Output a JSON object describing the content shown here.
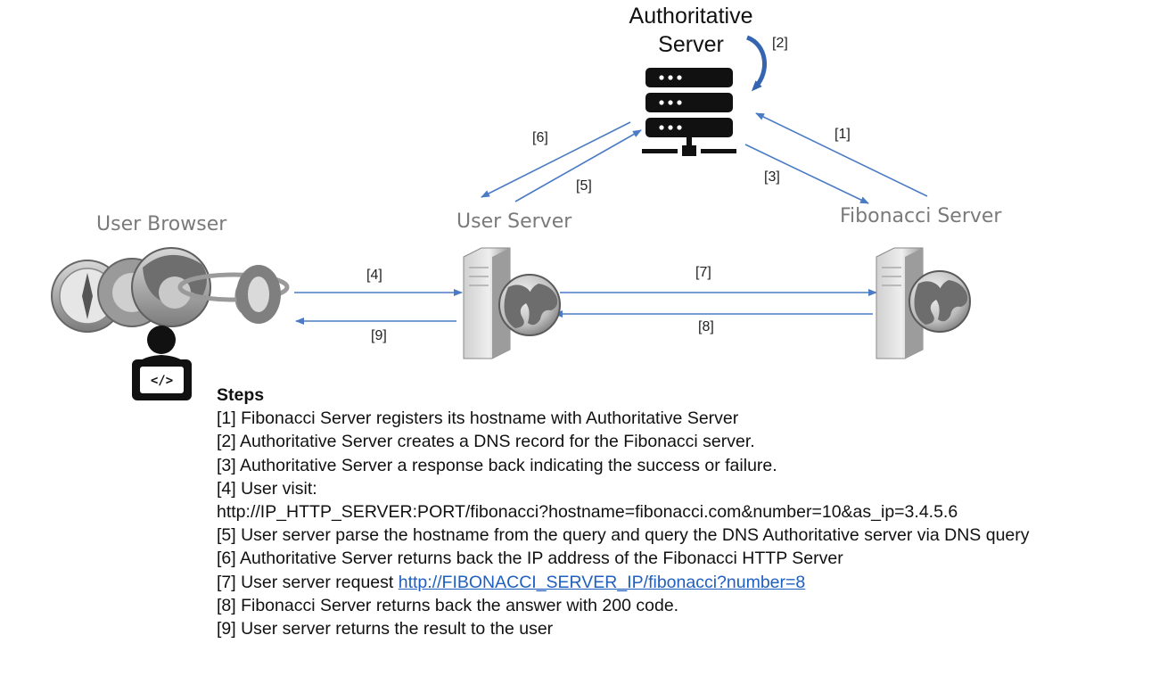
{
  "nodes": {
    "authoritative_server": {
      "line1": "Authoritative",
      "line2": "Server"
    },
    "user_browser": {
      "label": "User Browser"
    },
    "user_server": {
      "label": "User Server"
    },
    "fibonacci_server": {
      "label": "Fibonacci Server"
    },
    "laptop_code_glyph": "</>"
  },
  "edges": [
    {
      "id": "1",
      "label": "[1]"
    },
    {
      "id": "2",
      "label": "[2]"
    },
    {
      "id": "3",
      "label": "[3]"
    },
    {
      "id": "4",
      "label": "[4]"
    },
    {
      "id": "5",
      "label": "[5]"
    },
    {
      "id": "6",
      "label": "[6]"
    },
    {
      "id": "7",
      "label": "[7]"
    },
    {
      "id": "8",
      "label": "[8]"
    },
    {
      "id": "9",
      "label": "[9]"
    }
  ],
  "steps": {
    "title": "Steps",
    "items": [
      "[1] Fibonacci Server registers its hostname with Authoritative Server",
      "[2] Authoritative Server creates a DNS record for the Fibonacci server.",
      "[3] Authoritative Server a response back indicating  the success or failure.",
      "[4] User visit:",
      "http://IP_HTTP_SERVER:PORT/fibonacci?hostname=fibonacci.com&number=10&as_ip=3.4.5.6",
      "[5] User server parse the hostname from the query and query the DNS Authoritative  server via DNS query",
      "[6] Authoritative Server returns back the IP address of the Fibonacci HTTP Server",
      "[8] Fibonacci Server returns back the answer with 200 code.",
      "[9] User server returns the result to the user"
    ],
    "step7_prefix": "[7] User server request ",
    "step7_link": "http://FIBONACCI_SERVER_IP/fibonacci?number=8"
  },
  "colors": {
    "arrow": "#4a7bc4",
    "curved_arrow": "#3565b0",
    "node_label": "#7a7a7a",
    "link": "#1f5fbf"
  }
}
